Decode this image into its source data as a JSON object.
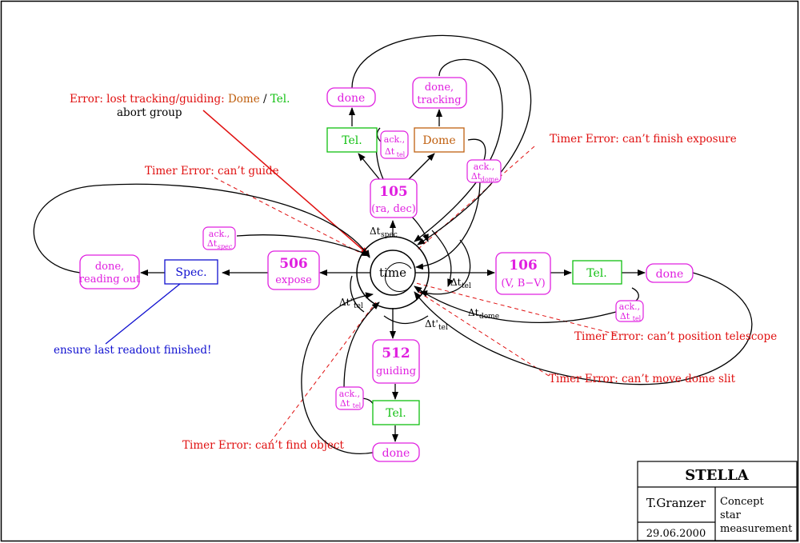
{
  "center": {
    "label": "time"
  },
  "states": {
    "s105": {
      "num": "105",
      "sub": "(ra, dec)"
    },
    "s106": {
      "num": "106",
      "sub": "(V, B−V)"
    },
    "s506": {
      "num": "506",
      "sub": "expose"
    },
    "s512": {
      "num": "512",
      "sub": "guiding"
    }
  },
  "boxes": {
    "tel_top": "Tel.",
    "dome": "Dome",
    "spec": "Spec.",
    "tel_right": "Tel.",
    "tel_bottom": "Tel."
  },
  "done_nodes": {
    "top": "done",
    "dome_line1": "done,",
    "dome_line2": "tracking",
    "spec_line1": "done,",
    "spec_line2": "reading out",
    "right": "done",
    "bottom": "done"
  },
  "acks": {
    "ack": "ack.,",
    "delta": "Δt",
    "sub_tel": "tel",
    "sub_dome": "dome",
    "sub_spec": "spec",
    "sub_tel_p": "tel",
    "sub_tel_pp": "tel"
  },
  "timer_labels": {
    "dt_spec_base": "Δt",
    "dt_spec_sub": "spec",
    "dt_tel_base": "Δt",
    "dt_tel_sub": "tel",
    "dt_dome_base": "Δt",
    "dt_dome_sub": "dome",
    "dt_tel_p_base": "Δt'",
    "dt_tel_p_sub": "tel",
    "dt_tel_pp_base": "Δt''",
    "dt_tel_pp_sub": "tel"
  },
  "errors": {
    "lost_tracking_prefix": "Error: lost tracking/guiding: ",
    "lost_tracking_dome": "Dome",
    "lost_tracking_sep": " / ",
    "lost_tracking_tel": "Tel.",
    "abort_group": "abort group",
    "cant_guide": "Timer Error: can’t guide",
    "cant_finish": "Timer Error: can’t finish exposure",
    "cant_position": "Timer Error: can’t position telescope",
    "cant_move_dome": "Timer Error: can’t move dome slit",
    "cant_find": "Timer Error: can’t find object",
    "ensure_readout": "ensure last readout finished!"
  },
  "title_block": {
    "project": "STELLA",
    "author": "T.Granzer",
    "date": "29.06.2000",
    "desc1": "Concept",
    "desc2": "star",
    "desc3": "measurement"
  },
  "colors": {
    "magenta": "#e020e0",
    "red": "#e01010",
    "green": "#10c010",
    "brown": "#c06010",
    "blue": "#1010d0"
  }
}
